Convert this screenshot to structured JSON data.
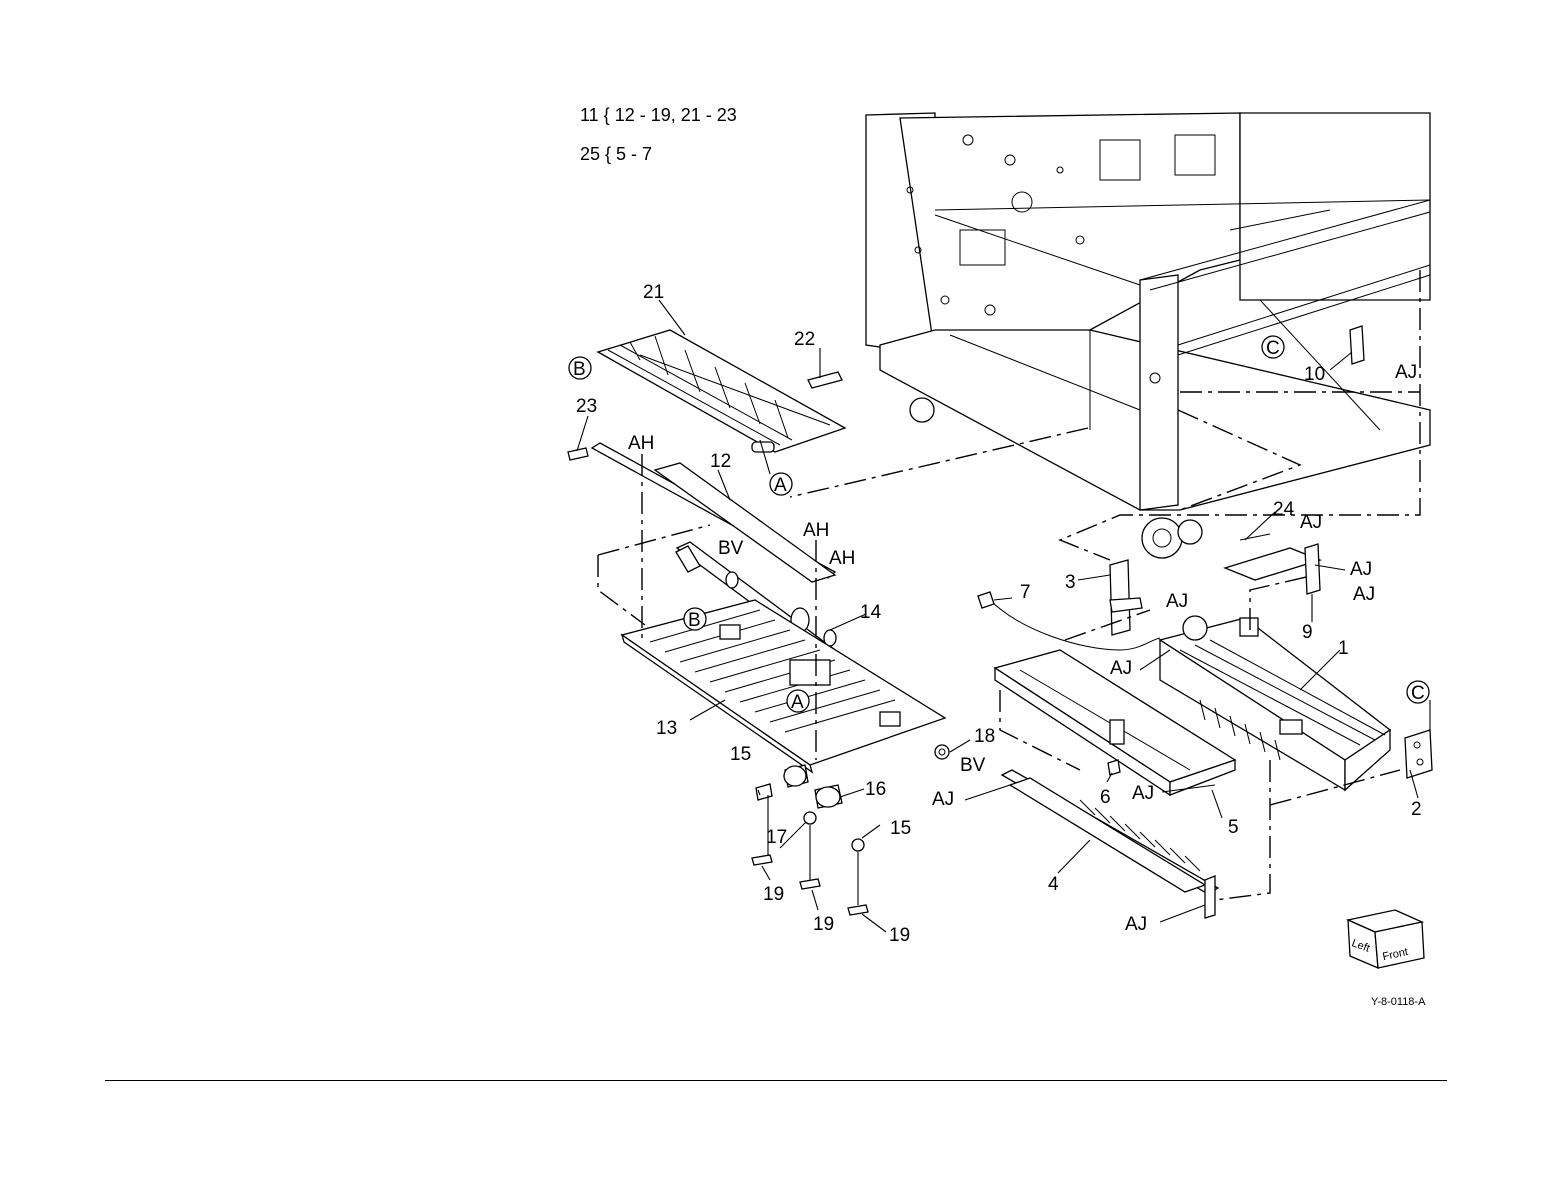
{
  "header": {
    "group_a": "11 { 12 - 19, 21 - 23",
    "group_b": "25 { 5 - 7"
  },
  "callouts": {
    "p1": "1",
    "p2": "2",
    "p3": "3",
    "p4": "4",
    "p5": "5",
    "p6": "6",
    "p7": "7",
    "p9": "9",
    "p10": "10",
    "p12": "12",
    "p13": "13",
    "p14": "14",
    "p15a": "15",
    "p15b": "15",
    "p16": "16",
    "p17": "17",
    "p18": "18",
    "p19a": "19",
    "p19b": "19",
    "p19c": "19",
    "p21": "21",
    "p22": "22",
    "p23": "23",
    "p24": "24"
  },
  "references": {
    "circle_a1": "A",
    "circle_a2": "A",
    "circle_b1": "B",
    "circle_b2": "B",
    "circle_c1": "C",
    "circle_c2": "C",
    "ah1": "AH",
    "ah2": "AH",
    "ah3": "AH",
    "bv1": "BV",
    "bv2": "BV",
    "aj1": "AJ",
    "aj2": "AJ",
    "aj3": "AJ",
    "aj4": "AJ",
    "aj5": "AJ",
    "aj6": "AJ",
    "aj7": "AJ",
    "aj8": "AJ",
    "aj9": "AJ"
  },
  "orientation": {
    "left": "Left",
    "front": "Front"
  },
  "figure_id": "Y-8-0118-A"
}
